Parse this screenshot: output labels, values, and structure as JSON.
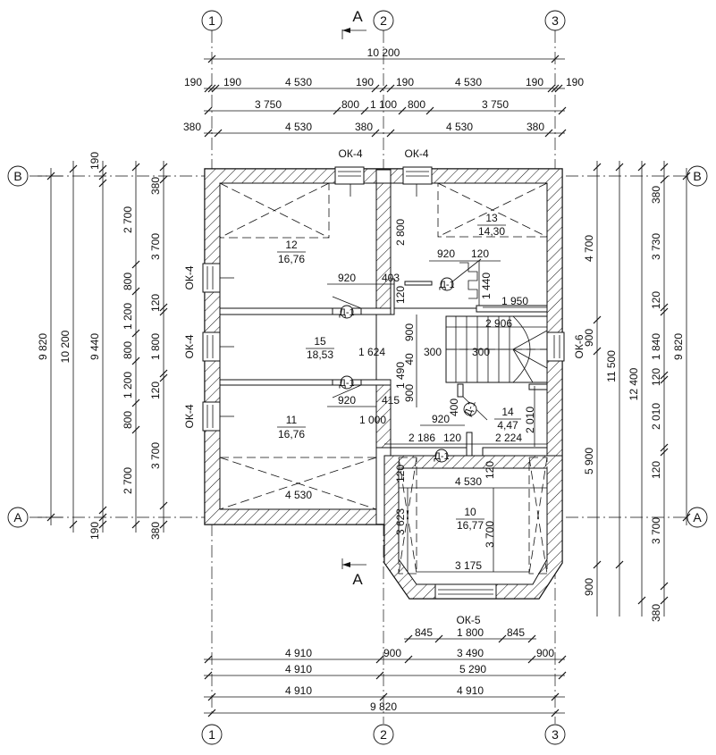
{
  "section": {
    "marker": "A"
  },
  "axes": {
    "col1": "1",
    "col2": "2",
    "col3": "3",
    "rowB": "B",
    "rowA": "A"
  },
  "top_dims": {
    "total": "10 200",
    "row1": [
      "190",
      "190",
      "4 530",
      "190",
      "190",
      "4 530",
      "190",
      "190"
    ],
    "row2": [
      "3 750",
      "800",
      "1 100",
      "800",
      "3 750"
    ],
    "row3": [
      "380",
      "4 530",
      "380",
      "4 530",
      "380"
    ]
  },
  "bottom_dims": {
    "row1": [
      "845",
      "1 800",
      "845"
    ],
    "row2": [
      "4 910",
      "900",
      "3 490",
      "900"
    ],
    "row3": [
      "4 910",
      "5 290"
    ],
    "row4": [
      "4 910",
      "4 910"
    ],
    "total": "9 820"
  },
  "left_dims": {
    "outer": [
      "9 820",
      "10 200",
      "9 440"
    ],
    "col_a": [
      "190",
      "190"
    ],
    "col_b": [
      "2 700",
      "800",
      "1 200",
      "800",
      "1 200",
      "800",
      "2 700"
    ],
    "col_c": [
      "380",
      "3 700",
      "120",
      "1 800",
      "120",
      "3 700",
      "380"
    ]
  },
  "right_dims": {
    "col_a": [
      "4 700",
      "900",
      "5 900",
      "900"
    ],
    "col_b": [
      "11 500"
    ],
    "col_c": [
      "12 400"
    ],
    "col_d": [
      "380",
      "3 730",
      "120",
      "1 840",
      "120",
      "2 010",
      "120",
      "3 700",
      "380"
    ],
    "col_e": [
      "9 820"
    ]
  },
  "windows": {
    "top_left": "ОК-4",
    "top_right": "ОК-4",
    "left_1": "ОК-4",
    "left_2": "ОК-4",
    "left_3": "ОК-4",
    "right": "ОК-6",
    "bottom": "ОК-5"
  },
  "rooms": [
    {
      "num": "12",
      "area": "16,76"
    },
    {
      "num": "13",
      "area": "14,30"
    },
    {
      "num": "15",
      "area": "18,53"
    },
    {
      "num": "11",
      "area": "16,76"
    },
    {
      "num": "14",
      "area": "4,47"
    },
    {
      "num": "10",
      "area": "16,77"
    }
  ],
  "doors": [
    "Д-1",
    "Д-1",
    "Д-1",
    "Д-1",
    "Д-1"
  ],
  "inner_dims": {
    "d920a": "920",
    "d403": "403",
    "d2800": "2 800",
    "d920b": "920",
    "d120a": "120",
    "d1440": "1 440",
    "d1950": "1 950",
    "d2906": "2 906",
    "d120b": "120",
    "d1624": "1 624",
    "d4900": "900",
    "d40": "40",
    "d300a": "300",
    "d300b": "300",
    "d900v": "900",
    "d1490": "1 490",
    "d920c": "920",
    "d415": "415",
    "d1000": "1 000",
    "d920d": "920",
    "d400": "400",
    "d2010": "2 010",
    "d2186": "2 186",
    "d120c": "120",
    "d2224": "2 224",
    "d4530a": "4 530",
    "d4530b": "4 530",
    "d120d": "120",
    "d120e": "120",
    "d3623": "3 623",
    "d3700": "3 700",
    "d3175": "3 175"
  }
}
